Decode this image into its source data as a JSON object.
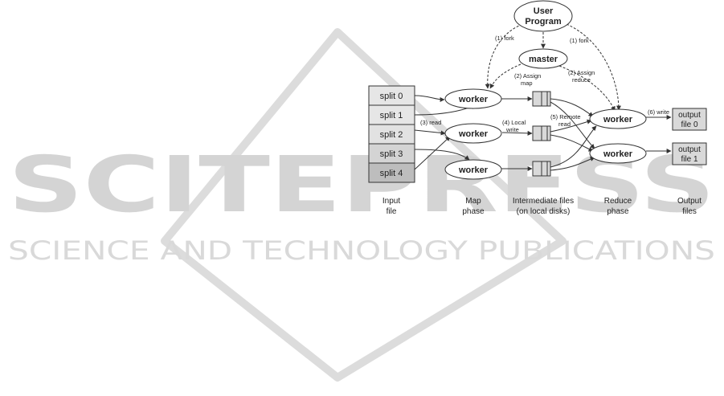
{
  "watermark": {
    "logo_text": "SCITEPRESS",
    "tagline": "SCIENCE AND TECHNOLOGY PUBLICATIONS"
  },
  "diagram": {
    "user_program": [
      "User",
      "Program"
    ],
    "master": "master",
    "splits": [
      "split 0",
      "split 1",
      "split 2",
      "split 3",
      "split 4"
    ],
    "workers": [
      "worker",
      "worker",
      "worker",
      "worker",
      "worker"
    ],
    "outputs": [
      [
        "output",
        "file 0"
      ],
      [
        "output",
        "file 1"
      ]
    ],
    "edge_labels": {
      "fork_left": "(1) fork",
      "fork_right": "(1) fork",
      "assign_map": [
        "(2) Assign",
        "map"
      ],
      "assign_reduce": [
        "(2) Assign",
        "reduce"
      ],
      "read": "(3) read",
      "local_write": [
        "(4) Local",
        "write"
      ],
      "remote_read": [
        "(5) Remote",
        "read"
      ],
      "write": "(6) write"
    },
    "columns": {
      "input": [
        "Input",
        "file"
      ],
      "map": [
        "Map",
        "phase"
      ],
      "intermediate": [
        "Intermediate files",
        "(on local disks)"
      ],
      "reduce": [
        "Reduce",
        "phase"
      ],
      "output": [
        "Output",
        "files"
      ]
    }
  },
  "colors": {
    "watermark": "#d6d6d6",
    "split_fill": "#e6e6e6",
    "split_fill_dark": "#bdbdbd",
    "box_fill": "#d9d9d9",
    "stroke": "#333333"
  }
}
